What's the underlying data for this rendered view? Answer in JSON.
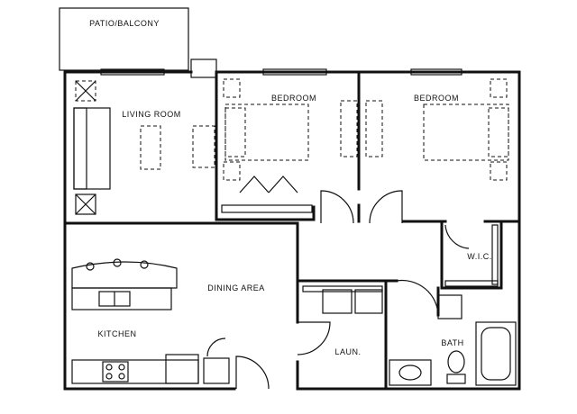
{
  "rooms": {
    "patio": "PATIO/BALCONY",
    "living": "LIVING ROOM",
    "bedroom_1": "BEDROOM",
    "bedroom_2": "BEDROOM",
    "wic": "W.I.C.",
    "dining": "DINING AREA",
    "kitchen": "KITCHEN",
    "laundry": "LAUN.",
    "bath": "BATH"
  }
}
